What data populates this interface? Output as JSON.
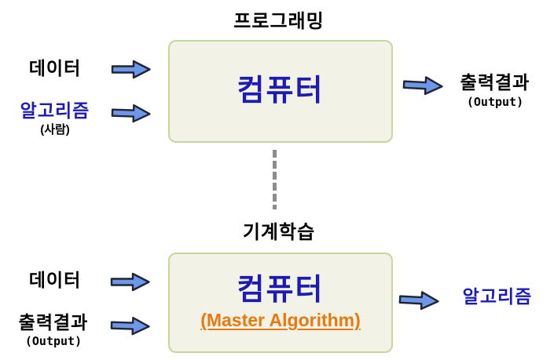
{
  "colors": {
    "blue_text": "#1C1CB4",
    "orange_text": "#E8790F",
    "box_background": "#F3F2E6",
    "box_border": "#C6D79E",
    "arrow_fill": "#6F97E9",
    "arrow_outline": "#1F2533",
    "dash_gray": "#8C8C8C"
  },
  "top": {
    "title": "프로그래밍",
    "inputs": [
      {
        "label": "데이터"
      },
      {
        "label": "알고리즘",
        "sub": "(사람)"
      }
    ],
    "box": {
      "label": "컴퓨터"
    },
    "output": {
      "label": "출력결과",
      "sub": "(Output)"
    }
  },
  "bottom": {
    "title": "기계학습",
    "inputs": [
      {
        "label": "데이터"
      },
      {
        "label": "출력결과",
        "sub": "(Output)"
      }
    ],
    "box": {
      "label": "컴퓨터",
      "sub": "(Master Algorithm)"
    },
    "output": {
      "label": "알고리즘"
    }
  }
}
